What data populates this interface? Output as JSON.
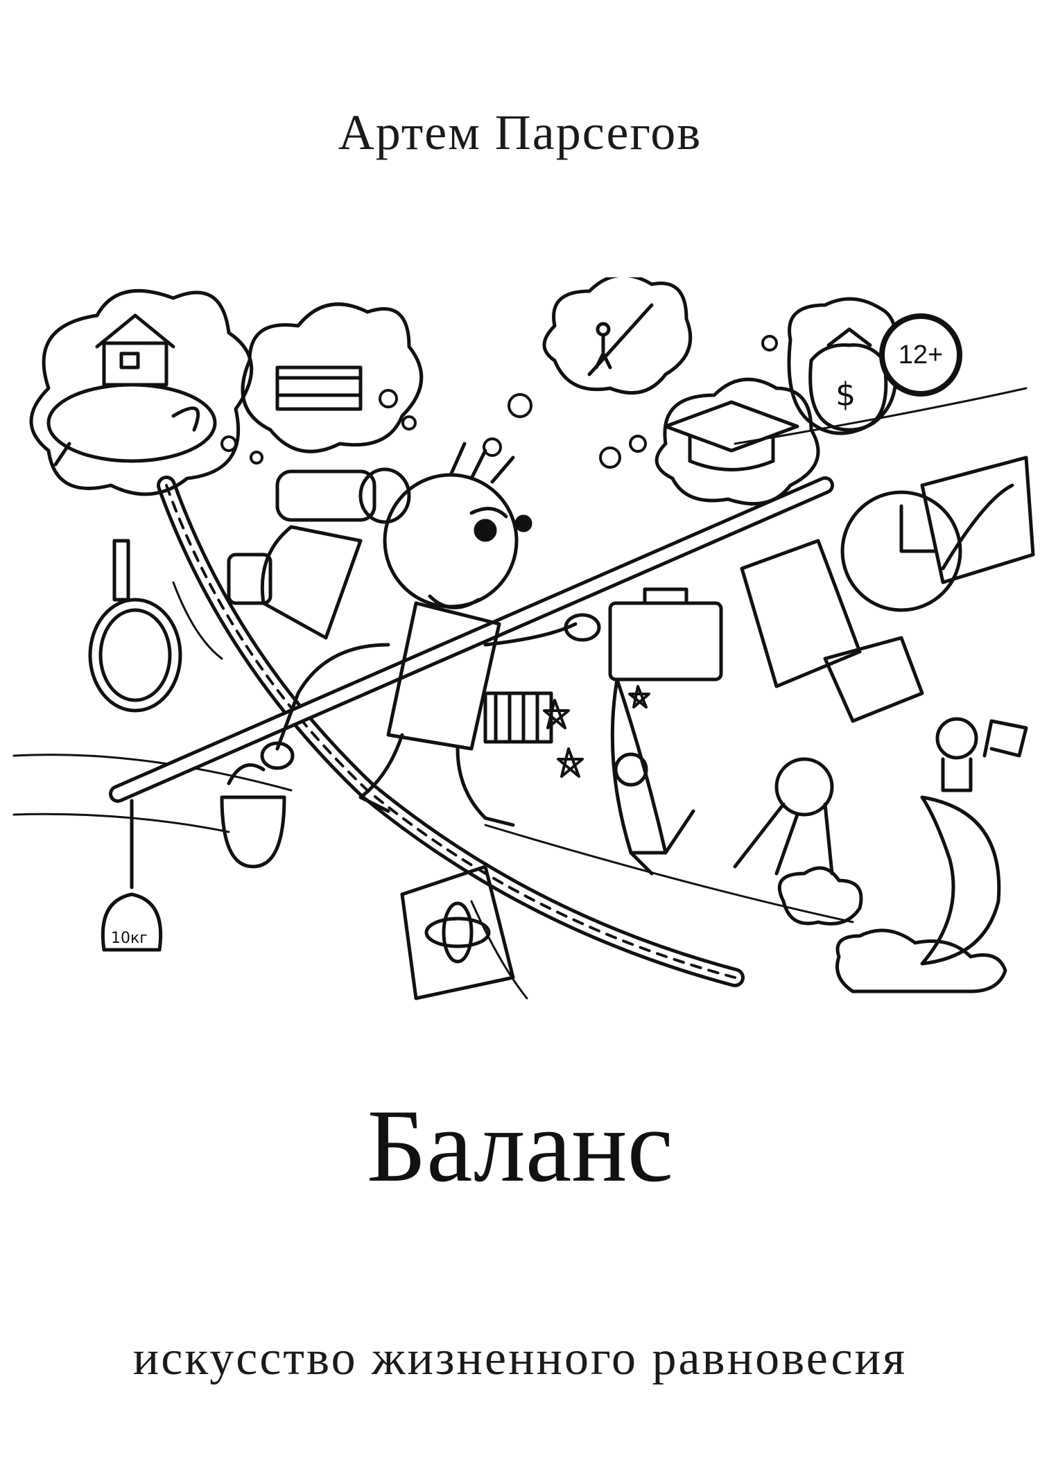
{
  "cover": {
    "author": "Артем Парсегов",
    "age_rating": "12+",
    "title": "Баланс",
    "subtitle": "искусство жизненного равновесия",
    "money_symbol": "$",
    "weight_label": "10кг"
  }
}
